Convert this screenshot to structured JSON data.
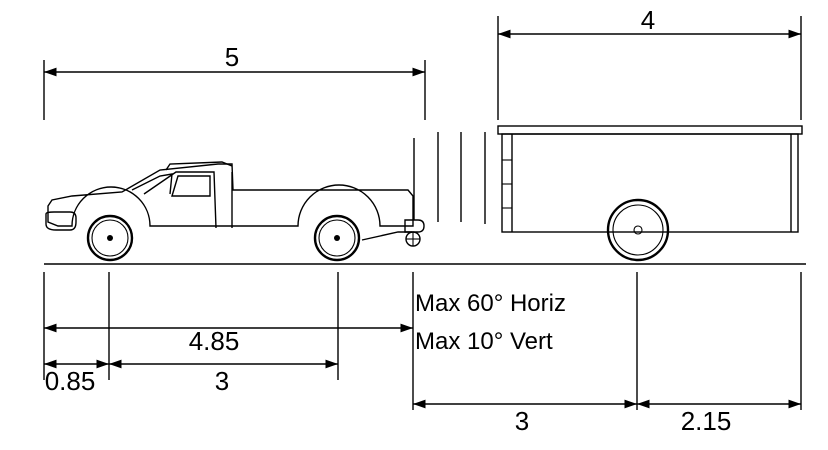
{
  "dimensions": {
    "trailer_box_length": "4",
    "vehicle_length": "5",
    "front_to_hitch": "4.85",
    "front_overhang": "0.85",
    "vehicle_wheelbase": "3",
    "hitch_to_axle": "3",
    "axle_to_rear": "2.15"
  },
  "notes": {
    "horizontal_limit": "Max 60° Horiz",
    "vertical_limit": "Max 10° Vert"
  },
  "colors": {
    "line": "#000000",
    "background": "#ffffff"
  }
}
